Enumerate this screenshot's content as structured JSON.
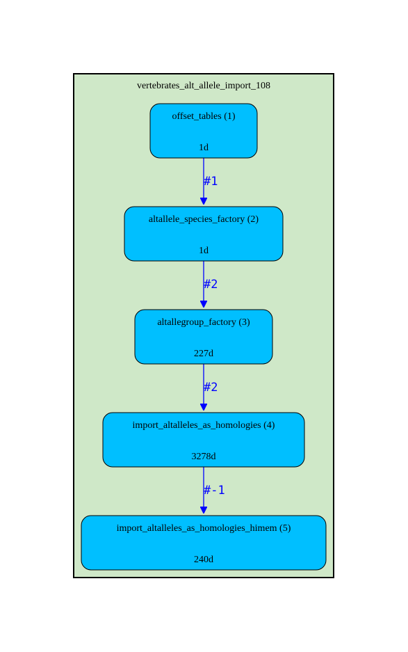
{
  "cluster": {
    "title": "vertebrates_alt_allele_import_108",
    "fill": "#cfe8c8",
    "border": "#000000"
  },
  "nodes": [
    {
      "id": "1",
      "label": "offset_tables (1)",
      "count": "1d",
      "fill": "#00bfff"
    },
    {
      "id": "2",
      "label": "altallele_species_factory (2)",
      "count": "1d",
      "fill": "#00bfff"
    },
    {
      "id": "3",
      "label": "altallegroup_factory (3)",
      "count": "227d",
      "fill": "#00bfff"
    },
    {
      "id": "4",
      "label": "import_altalleles_as_homologies (4)",
      "count": "3278d",
      "fill": "#00bfff"
    },
    {
      "id": "5",
      "label": "import_altalleles_as_homologies_himem (5)",
      "count": "240d",
      "fill": "#00bfff"
    }
  ],
  "edges": [
    {
      "from": "1",
      "to": "2",
      "label": "#1"
    },
    {
      "from": "2",
      "to": "3",
      "label": "#2"
    },
    {
      "from": "3",
      "to": "4",
      "label": "#2"
    },
    {
      "from": "4",
      "to": "5",
      "label": "#-1"
    }
  ],
  "edge_color": "#0000ff"
}
